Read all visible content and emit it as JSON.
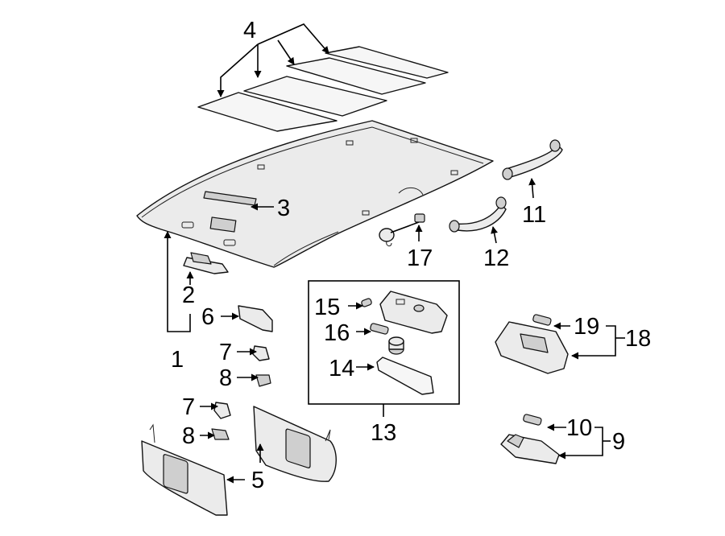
{
  "diagram": {
    "callouts": {
      "c1": "1",
      "c2": "2",
      "c3": "3",
      "c4": "4",
      "c5": "5",
      "c6": "6",
      "c7a": "7",
      "c7b": "7",
      "c8a": "8",
      "c8b": "8",
      "c9": "9",
      "c10": "10",
      "c11": "11",
      "c12": "12",
      "c13": "13",
      "c14": "14",
      "c15": "15",
      "c16": "16",
      "c17": "17",
      "c18": "18",
      "c19": "19"
    }
  }
}
